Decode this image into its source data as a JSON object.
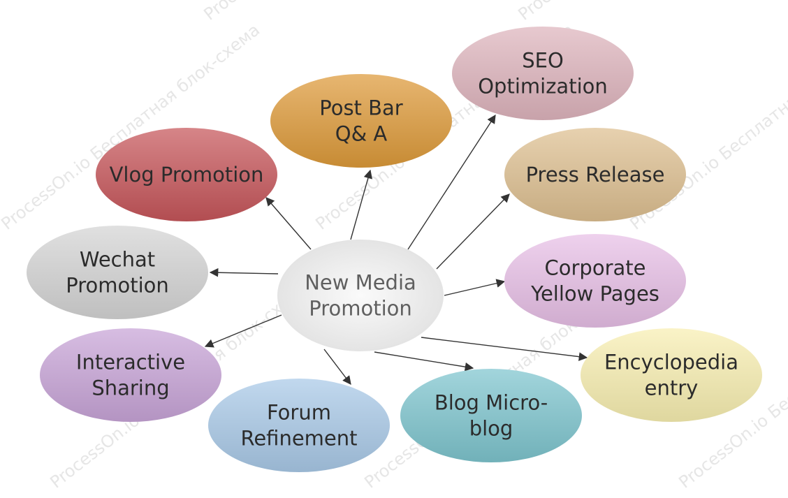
{
  "colors": {
    "center": "#e4e4e4",
    "vlog": "#c6555a",
    "post_bar": "#dd9a3a",
    "seo": "#deb4bd",
    "press": "#ddbf90",
    "corporate": "#e7bfe6",
    "encyclopedia": "#f8efb1",
    "blog": "#7ec5ce",
    "forum": "#a9c9e7",
    "interactive": "#c8a4d7",
    "wechat": "#d4d4d4",
    "arrow": "#333333"
  },
  "diagram": {
    "center": {
      "label_lines": [
        "New Media",
        "Promotion"
      ]
    },
    "nodes": [
      {
        "key": "vlog",
        "label_lines": [
          "Vlog Promotion"
        ]
      },
      {
        "key": "post_bar",
        "label_lines": [
          "Post Bar",
          "Q& A"
        ]
      },
      {
        "key": "seo",
        "label_lines": [
          "SEO",
          "Optimization"
        ]
      },
      {
        "key": "press",
        "label_lines": [
          "Press Release"
        ]
      },
      {
        "key": "corporate",
        "label_lines": [
          "Corporate",
          "Yellow Pages"
        ]
      },
      {
        "key": "encyclopedia",
        "label_lines": [
          "Encyclopedia",
          "entry"
        ]
      },
      {
        "key": "blog",
        "label_lines": [
          "Blog Micro-",
          "blog"
        ]
      },
      {
        "key": "forum",
        "label_lines": [
          "Forum",
          "Refinement"
        ]
      },
      {
        "key": "interactive",
        "label_lines": [
          "Interactive",
          "Sharing"
        ]
      },
      {
        "key": "wechat",
        "label_lines": [
          "Wechat",
          "Promotion"
        ]
      }
    ]
  },
  "watermark": {
    "text": "ProcessOn.io Бесплатная блок-схема"
  }
}
